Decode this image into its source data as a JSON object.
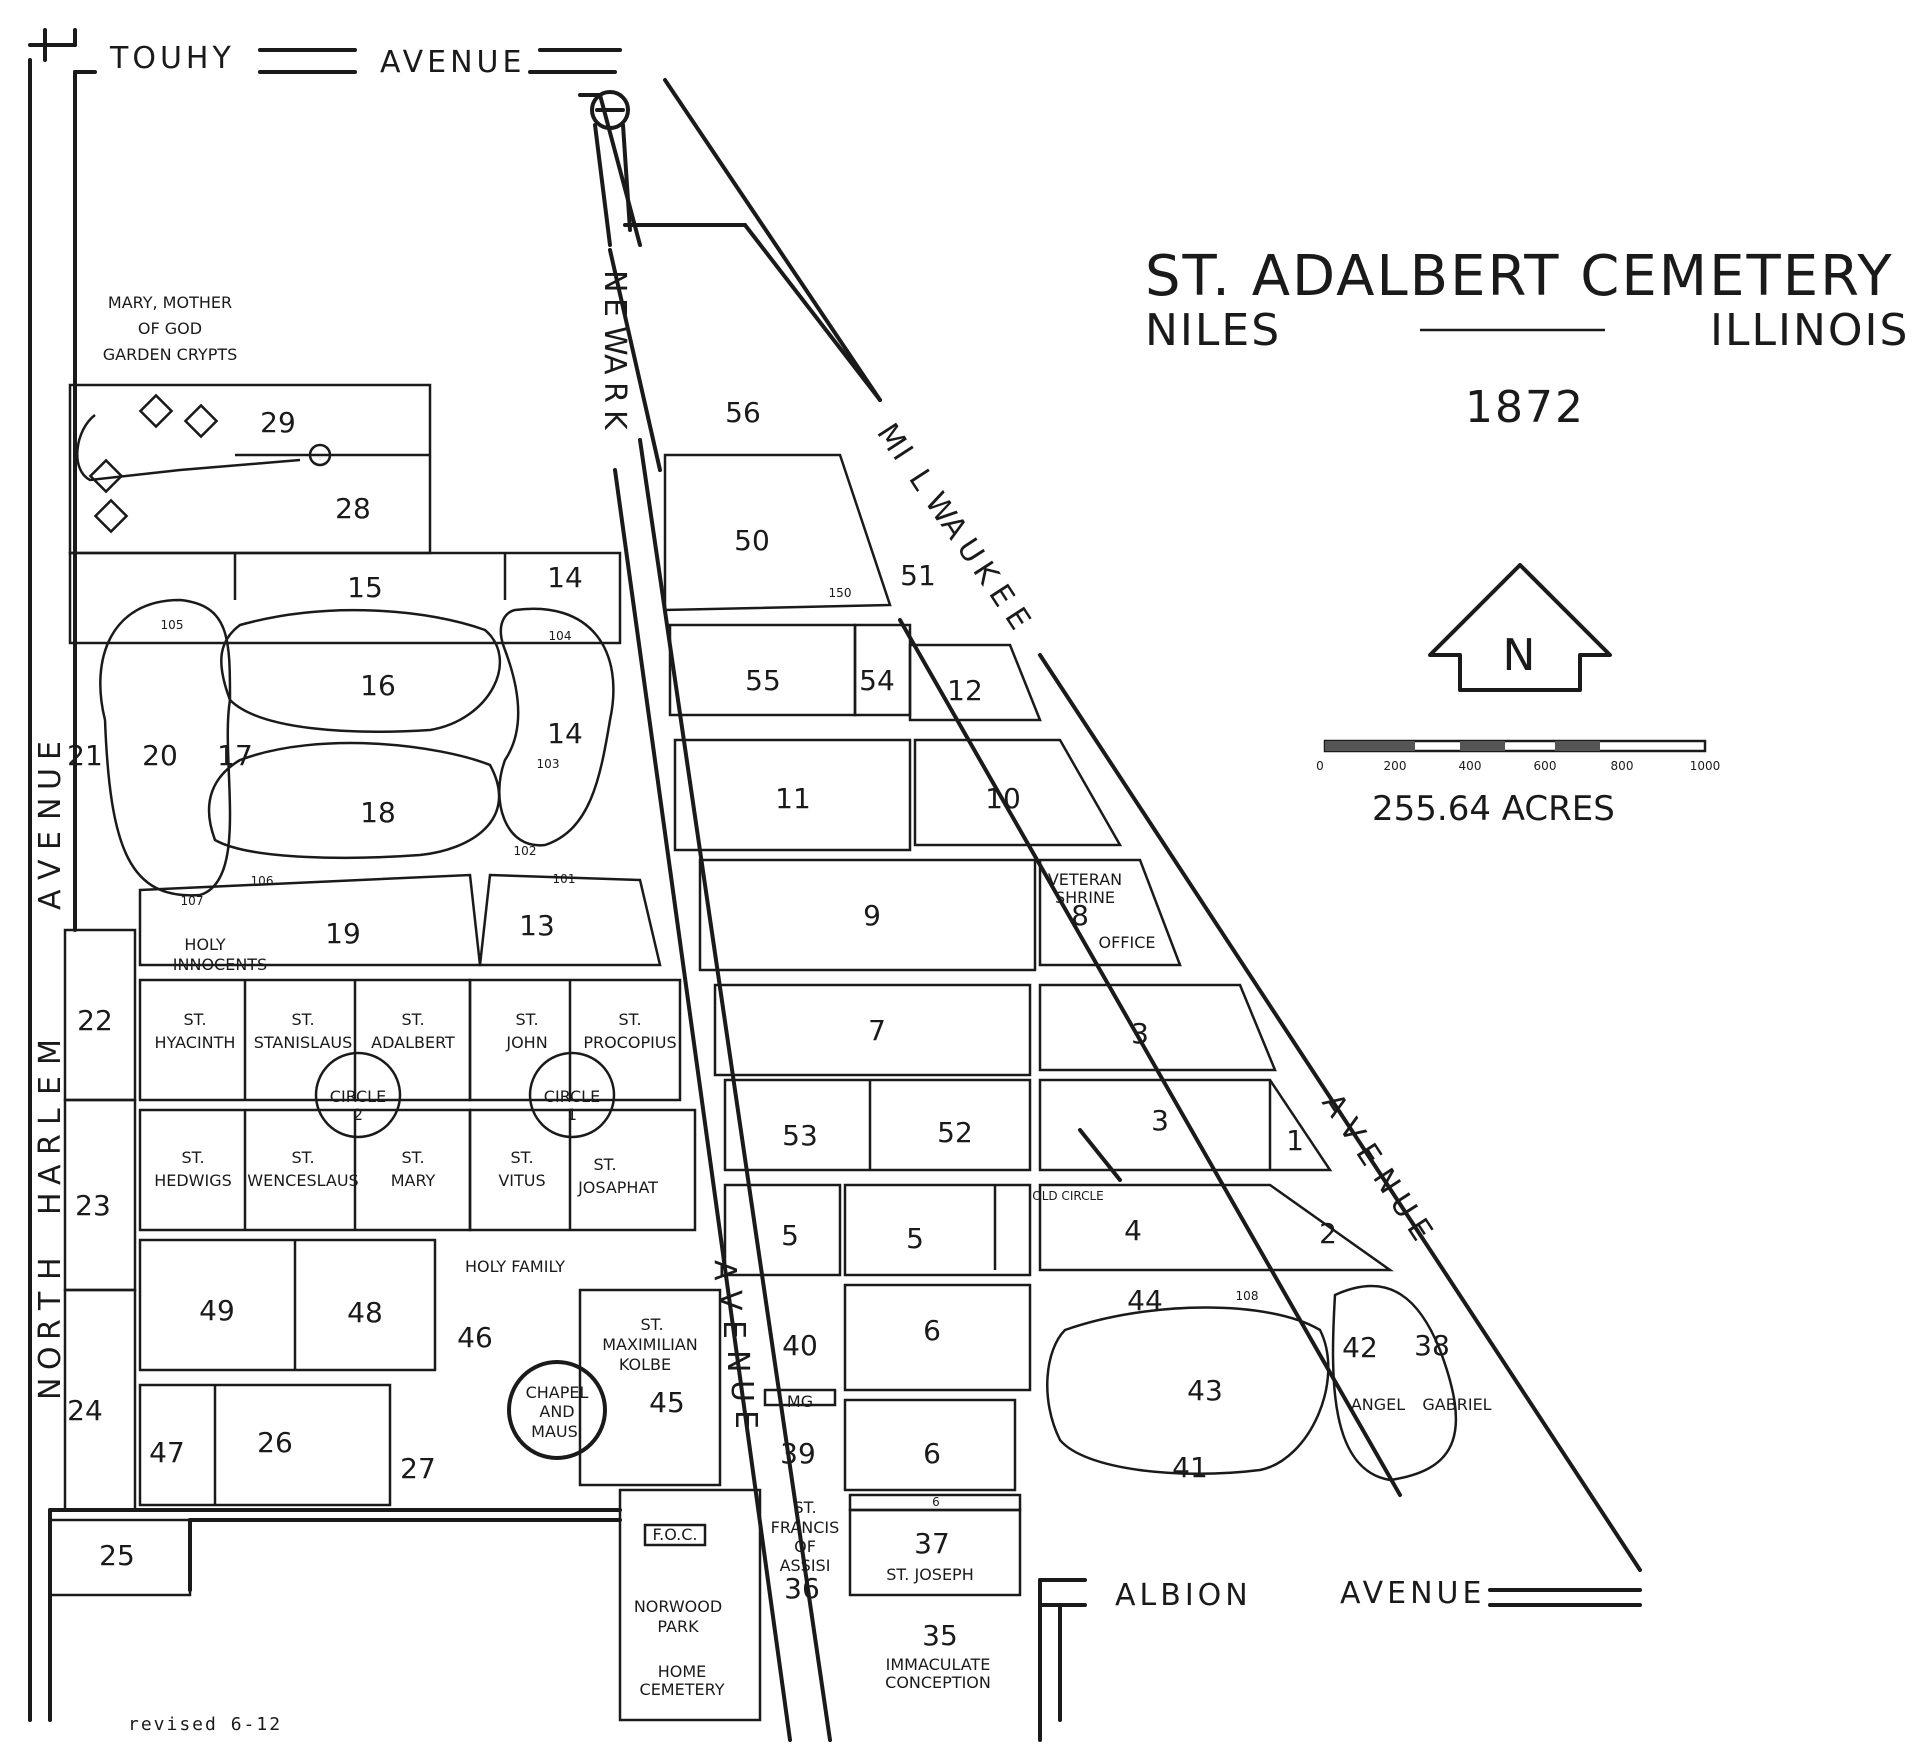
{
  "title": {
    "line1": "ST. ADALBERT CEMETERY",
    "city": "NILES",
    "state": "ILLINOIS",
    "year": "1872"
  },
  "acreage": "255.64 ACRES",
  "north_label": "N",
  "scale": {
    "ticks": [
      "0",
      "200",
      "400",
      "600",
      "800",
      "1000"
    ]
  },
  "revised": "revised   6-12",
  "roads": {
    "touhy": "TOUHY",
    "touhy_ave": "AVENUE",
    "newark": [
      "N",
      "E",
      "W",
      "A",
      "R",
      "K"
    ],
    "newark_ave": [
      "A",
      "V",
      "E",
      "N",
      "U",
      "E"
    ],
    "milwaukee": [
      "M",
      "I",
      "L",
      "W",
      "A",
      "U",
      "K",
      "E",
      "E"
    ],
    "milwaukee_ave": [
      "A",
      "V",
      "E",
      "N",
      "U",
      "E"
    ],
    "harlem_north": [
      "N",
      "O",
      "R",
      "T",
      "H"
    ],
    "harlem": [
      "H",
      "A",
      "R",
      "L",
      "E",
      "M"
    ],
    "harlem_ave": [
      "A",
      "V",
      "E",
      "N",
      "U",
      "E"
    ],
    "albion": "ALBION",
    "albion_ave": "AVENUE"
  },
  "sections": {
    "s1": "1",
    "s2": "2",
    "s3a": "3",
    "s3b": "3",
    "s4": "4",
    "s5a": "5",
    "s5b": "5",
    "s6a": "6",
    "s6b": "6",
    "s6c": "6",
    "s7": "7",
    "s8": "8",
    "s9": "9",
    "s10": "10",
    "s11": "11",
    "s12": "12",
    "s13": "13",
    "s14a": "14",
    "s14b": "14",
    "s15": "15",
    "s16": "16",
    "s17": "17",
    "s18": "18",
    "s19": "19",
    "s20": "20",
    "s21": "21",
    "s22": "22",
    "s23": "23",
    "s24": "24",
    "s25": "25",
    "s26": "26",
    "s27": "27",
    "s28": "28",
    "s29": "29",
    "s35": "35",
    "s36": "36",
    "s37": "37",
    "s38": "38",
    "s39": "39",
    "s40": "40",
    "s41": "41",
    "s42": "42",
    "s43": "43",
    "s44": "44",
    "s45": "45",
    "s46": "46",
    "s47": "47",
    "s48": "48",
    "s49": "49",
    "s50": "50",
    "s51": "51",
    "s52": "52",
    "s53": "53",
    "s54": "54",
    "s55": "55",
    "s56": "56"
  },
  "markers": {
    "m101": "101",
    "m102": "102",
    "m103": "103",
    "m104": "104",
    "m105": "105",
    "m106": "106",
    "m107": "107",
    "m108": "108",
    "m150": "150"
  },
  "named": {
    "mary1": "MARY, MOTHER",
    "mary2": "OF GOD",
    "mary3": "GARDEN CRYPTS",
    "holy_inn1": "HOLY",
    "holy_inn2": "INNOCENTS",
    "st": "ST.",
    "hyacinth": "HYACINTH",
    "stanislaus": "STANISLAUS",
    "adalbert": "ADALBERT",
    "john": "JOHN",
    "procopius": "PROCOPIUS",
    "hedwigs": "HEDWIGS",
    "wenceslaus": "WENCESLAUS",
    "mary": "MARY",
    "vitus": "VITUS",
    "josaphat": "JOSAPHAT",
    "circle": "CIRCLE",
    "c2": "2",
    "c1": "1",
    "holy_family": "HOLY FAMILY",
    "maximilian1": "ST.",
    "maximilian2": "MAXIMILIAN",
    "maximilian3": "KOLBE",
    "chapel1": "CHAPEL",
    "chapel2": "AND",
    "chapel3": "MAUS.",
    "foc": "F.O.C.",
    "norwood1": "NORWOOD",
    "norwood2": "PARK",
    "home1": "HOME",
    "home2": "CEMETERY",
    "mg": "MG",
    "francis1": "ST.",
    "francis2": "FRANCIS",
    "francis3": "OF",
    "francis4": "ASSISI",
    "stjoseph": "ST. JOSEPH",
    "immac1": "IMMACULATE",
    "immac2": "CONCEPTION",
    "veteran1": "VETERAN",
    "veteran2": "SHRINE",
    "office": "OFFICE",
    "old_circle": "OLD CIRCLE",
    "angel": "ANGEL",
    "gabriel": "GABRIEL"
  }
}
